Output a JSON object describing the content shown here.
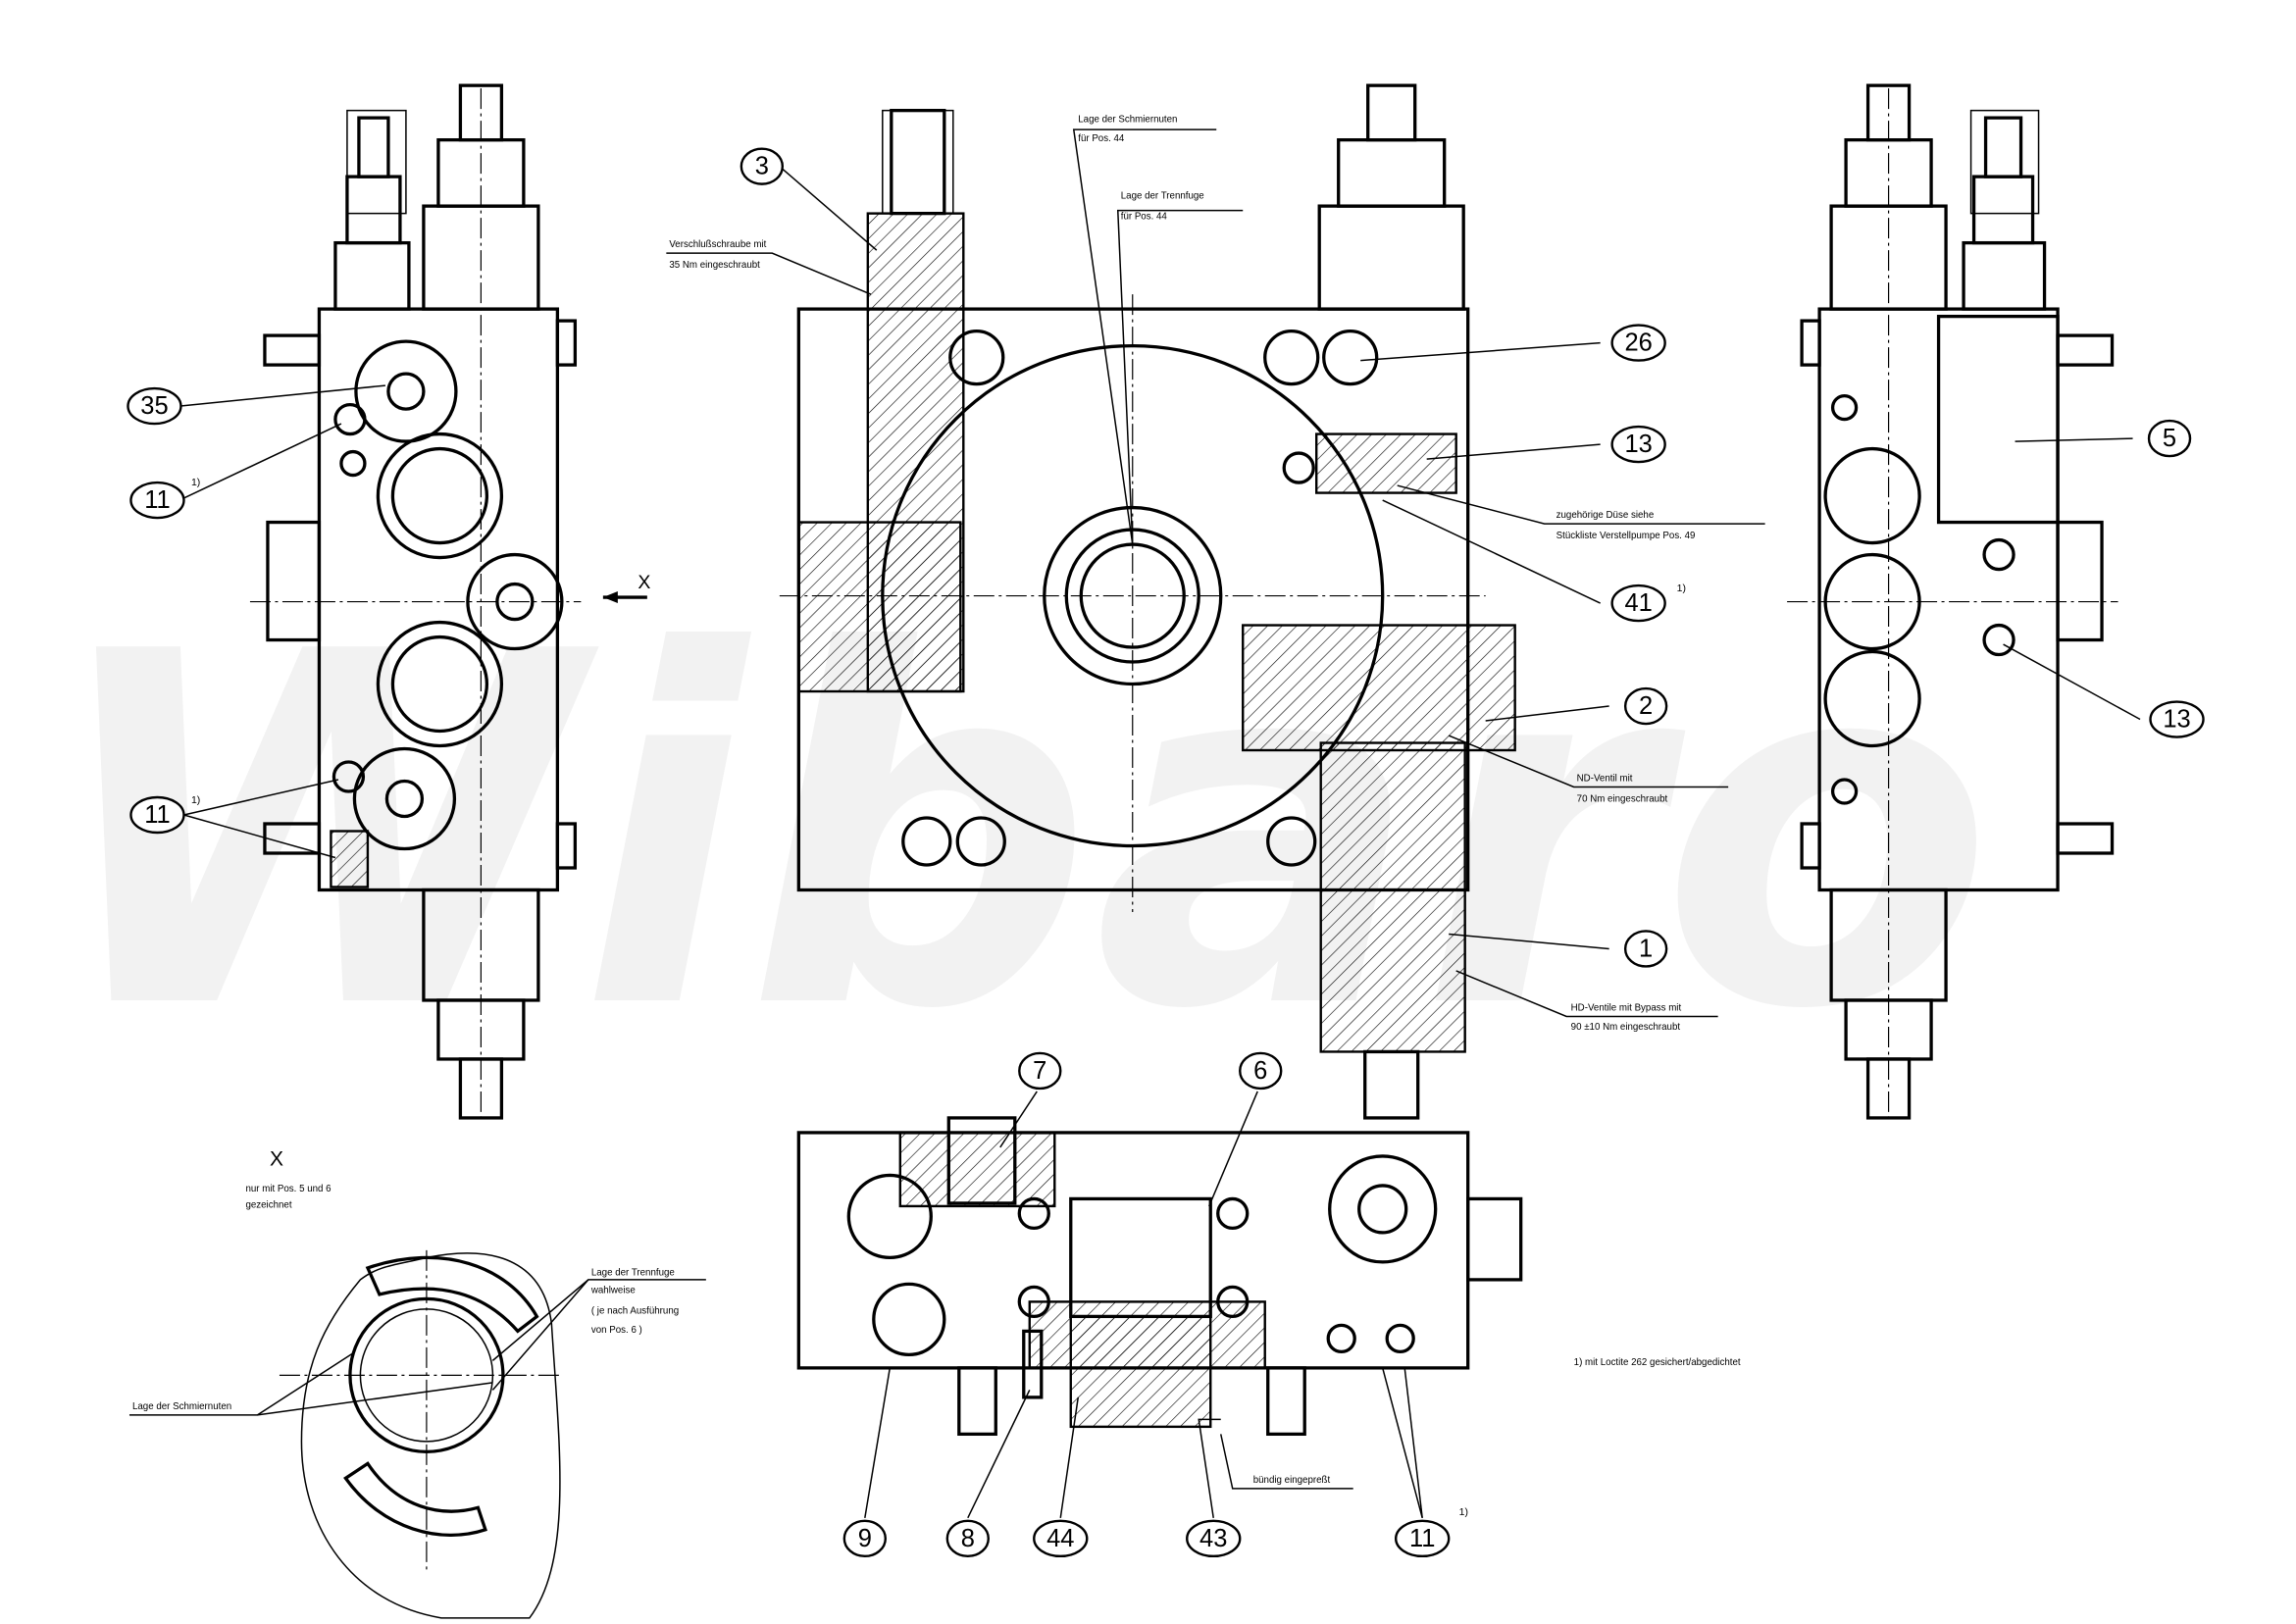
{
  "watermark": "Wibaro",
  "balloons": {
    "b35": "35",
    "b11a": "11",
    "b11b": "11",
    "b3": "3",
    "b26": "26",
    "b13a": "13",
    "b41": "41",
    "b2": "2",
    "b1": "1",
    "b5": "5",
    "b13b": "13",
    "b7": "7",
    "b6": "6",
    "b9": "9",
    "b8": "8",
    "b44": "44",
    "b43": "43",
    "b11c": "11"
  },
  "footnote_mark": "1)",
  "view_marker": "X",
  "notes": {
    "schmiernuten_l1": "Lage der Schmiernuten",
    "schmiernuten_l2": "für Pos. 44",
    "trennfuge_l1": "Lage der Trennfuge",
    "trennfuge_l2": "für Pos. 44",
    "verschluss_l1": "Verschlußschraube mit",
    "verschluss_l2": "35 Nm eingeschraubt",
    "duese_l1": "zugehörige Düse siehe",
    "duese_l2": "Stückliste Verstellpumpe Pos. 49",
    "nd_l1": "ND-Ventil mit",
    "nd_l2": "70 Nm eingeschraubt",
    "hd_l1": "HD-Ventile mit Bypass mit",
    "hd_l2": "90 ±10 Nm eingeschraubt",
    "x_title": "X",
    "x_l1": "nur mit Pos. 5 und 6",
    "x_l2": "gezeichnet",
    "x_trenn_l1": "Lage der Trennfuge",
    "x_trenn_l2": "wahlweise",
    "x_trenn_l3": "( je nach Ausführung",
    "x_trenn_l4": "von Pos. 6 )",
    "x_schmier": "Lage der Schmiernuten",
    "buendig": "bündig eingepreßt",
    "loctite": "1) mit Loctite 262 gesichert/abgedichtet"
  }
}
